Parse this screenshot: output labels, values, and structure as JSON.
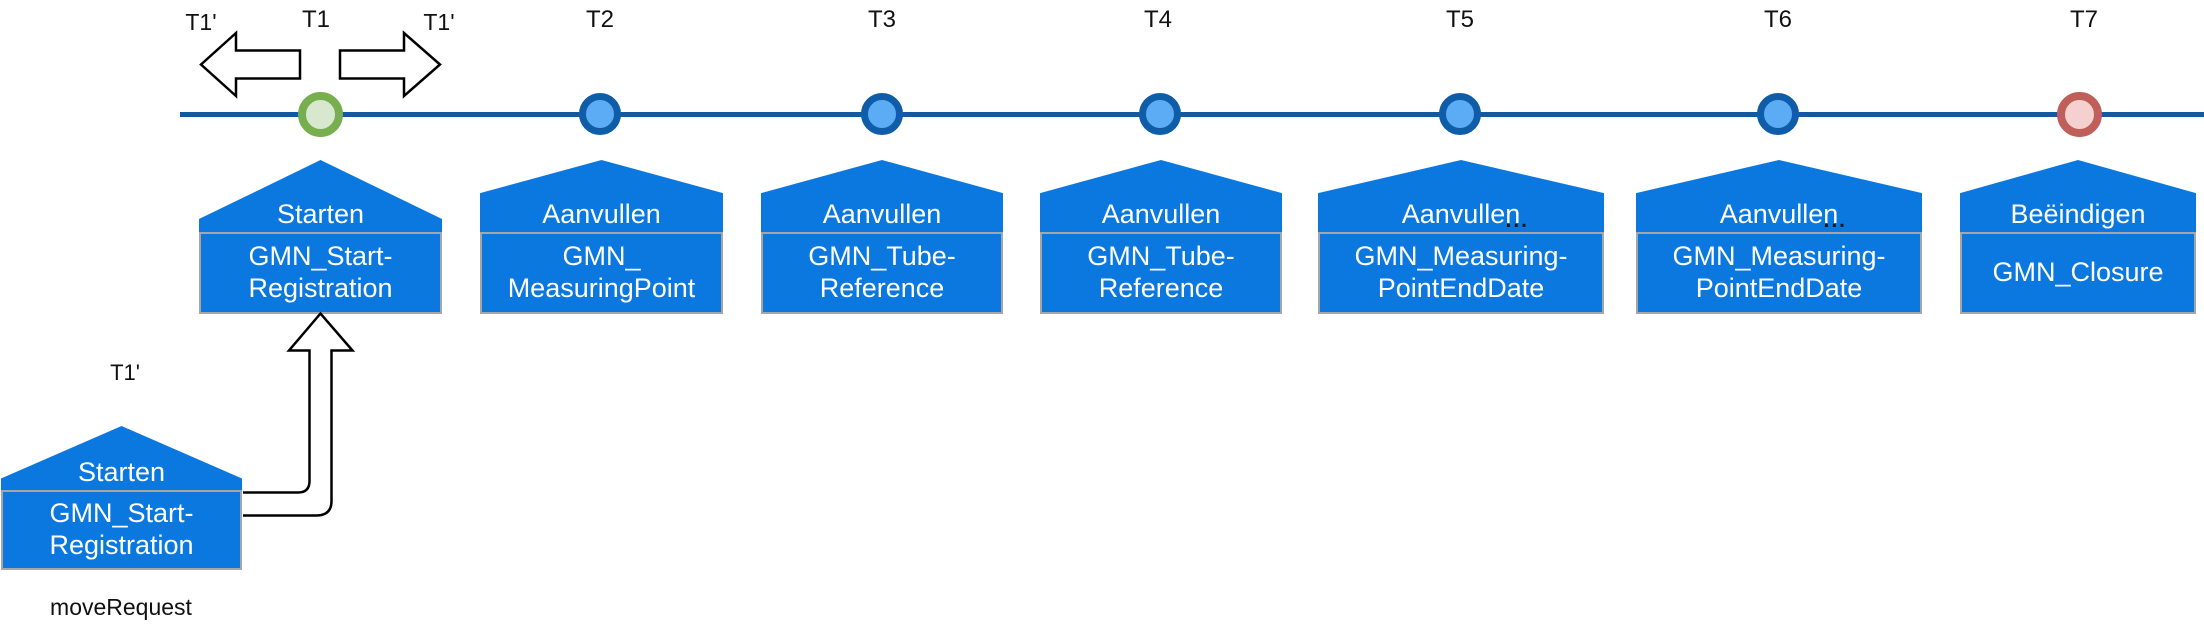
{
  "timeline": {
    "markers": [
      {
        "label": "T1",
        "type": "start"
      },
      {
        "label": "T2",
        "type": "intermediate"
      },
      {
        "label": "T3",
        "type": "intermediate"
      },
      {
        "label": "T4",
        "type": "intermediate"
      },
      {
        "label": "T5",
        "type": "intermediate"
      },
      {
        "label": "T6",
        "type": "intermediate"
      },
      {
        "label": "T7",
        "type": "end"
      }
    ],
    "colors": {
      "line": "#14589D",
      "node_fill": "#5CACF5",
      "node_border": "#0F5CA8",
      "start_fill": "#D8E8CE",
      "start_border": "#77AE4E",
      "end_fill": "#F4D0CF",
      "end_border": "#C05E5A"
    }
  },
  "move_arrows": {
    "left_label": "T1'",
    "center_label": "T1",
    "right_label": "T1'"
  },
  "houses": [
    {
      "action": "Starten",
      "transaction_line1": "GMN_Start-",
      "transaction_line2": "Registration"
    },
    {
      "action": "Aanvullen",
      "transaction_line1": "GMN_",
      "transaction_line2": "MeasuringPoint"
    },
    {
      "action": "Aanvullen",
      "transaction_line1": "GMN_Tube-",
      "transaction_line2": "Reference"
    },
    {
      "action": "Aanvullen",
      "transaction_line1": "GMN_Tube-",
      "transaction_line2": "Reference"
    },
    {
      "action": "Aanvullen",
      "more_indicator": "...",
      "transaction_line1": "GMN_Measuring-",
      "transaction_line2": "PointEndDate"
    },
    {
      "action": "Aanvullen",
      "more_indicator": "...",
      "transaction_line1": "GMN_Measuring-",
      "transaction_line2": "PointEndDate"
    },
    {
      "action": "Beëindigen",
      "transaction_line1": "GMN_Closure",
      "transaction_line2": ""
    }
  ],
  "detached_house": {
    "label_above": "T1'",
    "action": "Starten",
    "transaction_line1": "GMN_Start-",
    "transaction_line2": "Registration",
    "label_below": "moveRequest"
  },
  "colors": {
    "house_fill": "#0B78E0",
    "house_body_border": "#A6A6A6",
    "house_text": "#FFFFFF",
    "label_text": "#111111",
    "arrow_outline": "#000000"
  }
}
